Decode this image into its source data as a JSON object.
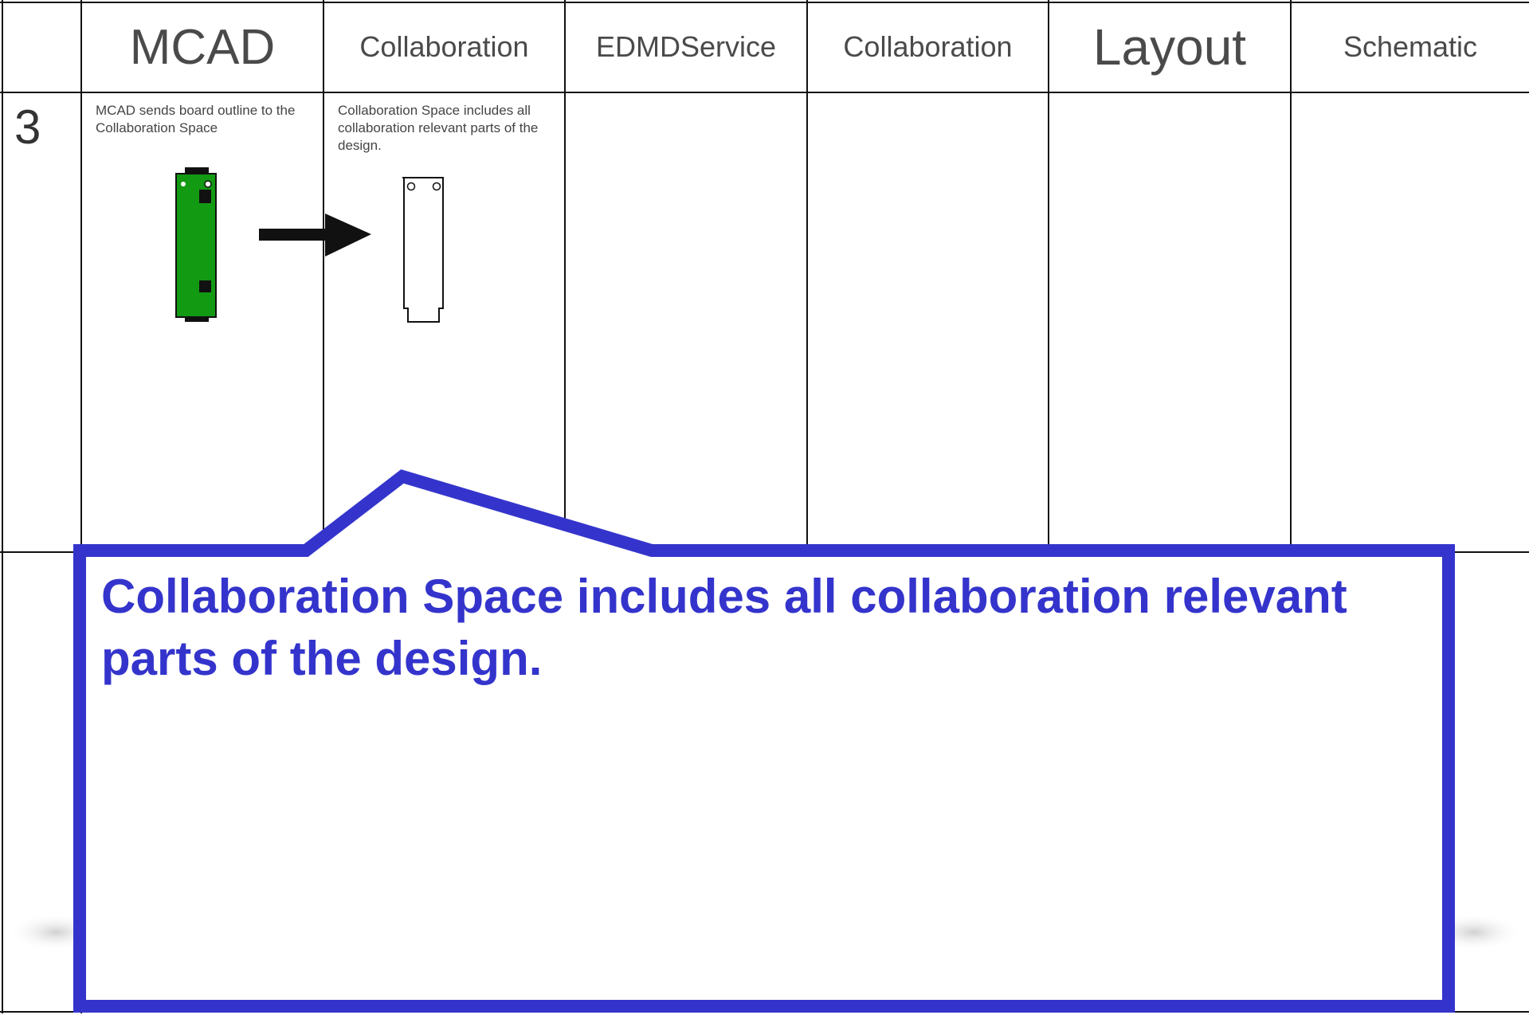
{
  "headers": [
    {
      "label": "MCAD"
    },
    {
      "label": "Collaboration"
    },
    {
      "label": "EDMDService"
    },
    {
      "label": "Collaboration"
    },
    {
      "label": "Layout"
    },
    {
      "label": "Schematic"
    }
  ],
  "row": {
    "number": "3",
    "mcad_note": "MCAD sends board outline to the Collaboration Space",
    "collab_note": "Collaboration Space includes all collaboration relevant parts of the design."
  },
  "callout": {
    "text": "Collaboration Space includes all collaboration relevant parts of the design."
  },
  "colors": {
    "grid": "#111111",
    "header_text": "#4a4a4a",
    "callout_border": "#3434cc",
    "callout_text": "#3434cc",
    "board_green": "#129a12"
  }
}
